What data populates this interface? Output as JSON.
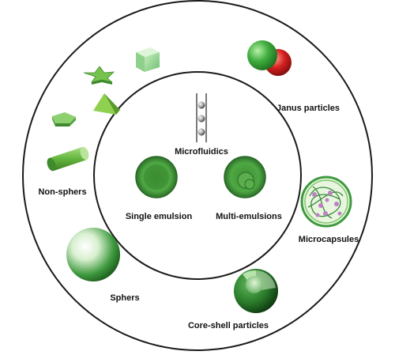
{
  "diagram": {
    "center_label": "Microfluidics",
    "emulsions": [
      {
        "label": "Single emulsion"
      },
      {
        "label": "Multi-emulsions"
      }
    ],
    "products": [
      {
        "label": "Janus particles"
      },
      {
        "label": "Microcapsules"
      },
      {
        "label": "Core-shell particles"
      },
      {
        "label": "Sphers"
      },
      {
        "label": "Non-sphers"
      }
    ]
  },
  "colors": {
    "green": "#4aa84a",
    "dark_green": "#2f7a2f",
    "red": "#c81e1e",
    "pink_particle": "#c080c8",
    "circle_stroke": "#1a1a1a"
  }
}
